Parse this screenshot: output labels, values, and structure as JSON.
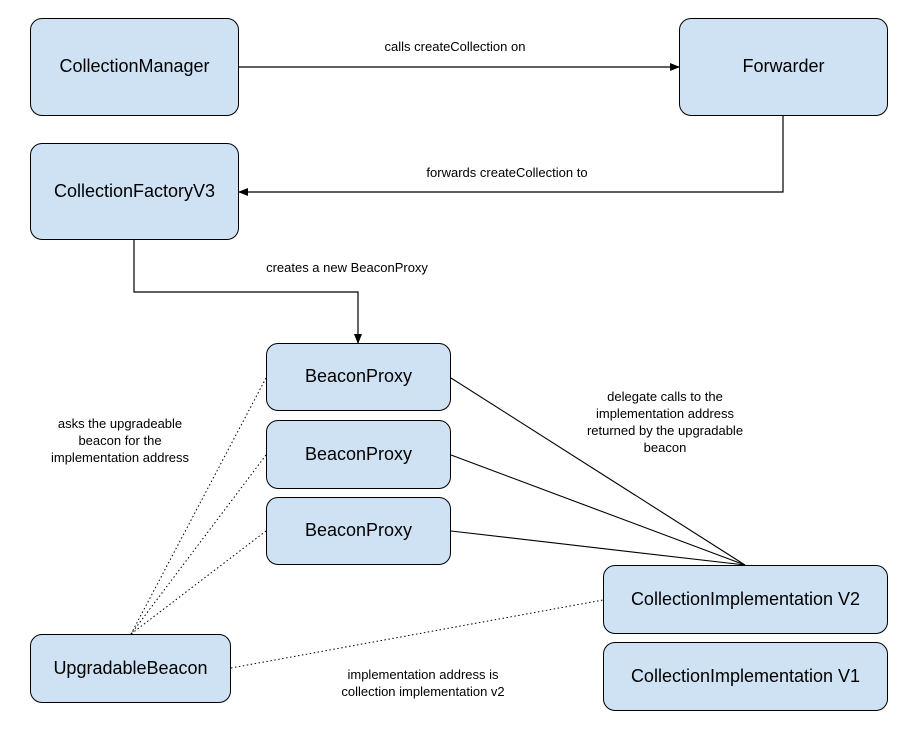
{
  "colors": {
    "box_fill": "#cfe2f3",
    "border": "#000000",
    "text": "#000000",
    "background": "#ffffff"
  },
  "nodes": {
    "collection_manager": "CollectionManager",
    "forwarder": "Forwarder",
    "collection_factory": "CollectionFactoryV3",
    "beacon_proxy_1": "BeaconProxy",
    "beacon_proxy_2": "BeaconProxy",
    "beacon_proxy_3": "BeaconProxy",
    "upgradable_beacon": "UpgradableBeacon",
    "impl_v2": "CollectionImplementation V2",
    "impl_v1": "CollectionImplementation V1"
  },
  "edges": {
    "manager_to_forwarder": "calls createCollection on",
    "forwarder_to_factory": "forwards createCollection to",
    "factory_to_proxy": "creates a new BeaconProxy",
    "proxy_to_beacon": {
      "line1": "asks the upgradeable",
      "line2": "beacon for the",
      "line3": "implementation address"
    },
    "proxy_to_impl": {
      "line1": "delegate calls to the",
      "line2": "implementation address",
      "line3": "returned by the upgradable",
      "line4": "beacon"
    },
    "beacon_to_impl": {
      "line1": "implementation address is",
      "line2": "collection implementation v2"
    }
  }
}
